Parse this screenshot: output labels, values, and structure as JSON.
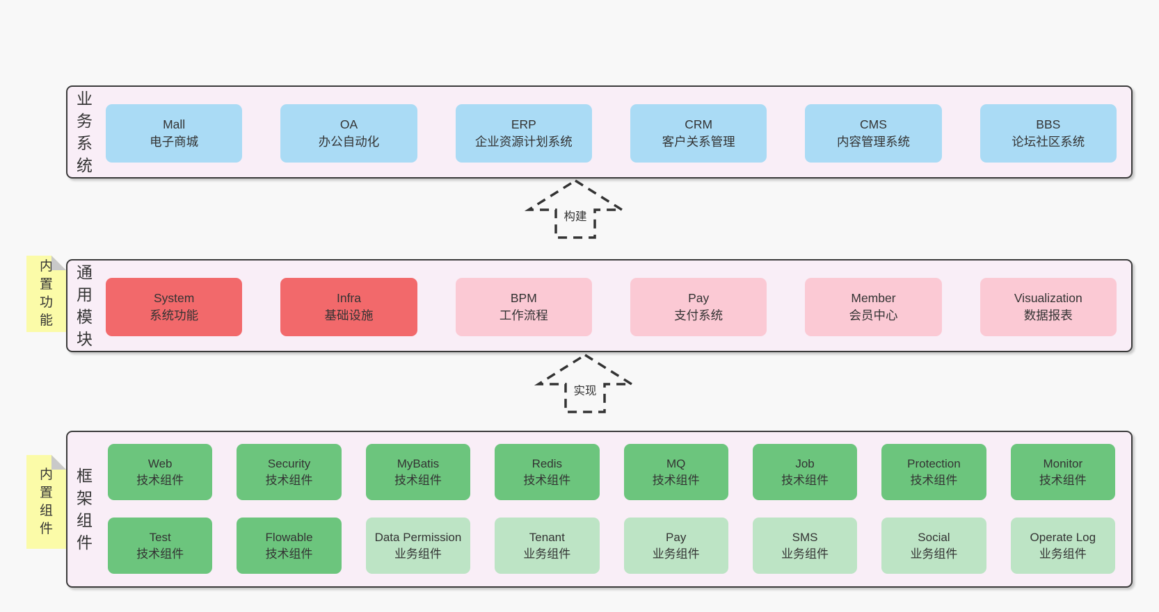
{
  "colors": {
    "page_bg": "#f8f8f8",
    "panel_bg": "#f9eef7",
    "panel_border": "#3a3a3a",
    "blue_box": "#aadbf5",
    "red_box": "#f2696b",
    "pink_box": "#fbc9d4",
    "green_box": "#6cc57d",
    "green_light_box": "#bde4c5",
    "sticky_yellow": "#fbfba8",
    "fold_gray": "#c9c9c9",
    "text": "#333333"
  },
  "arrows": [
    {
      "label": "构建"
    },
    {
      "label": "实现"
    }
  ],
  "sections": [
    {
      "label": "业务系统",
      "rows": [
        {
          "boxes": [
            {
              "en": "Mall",
              "zh": "电子商城",
              "variant": "blue"
            },
            {
              "en": "OA",
              "zh": "办公自动化",
              "variant": "blue"
            },
            {
              "en": "ERP",
              "zh": "企业资源计划系统",
              "variant": "blue"
            },
            {
              "en": "CRM",
              "zh": "客户关系管理",
              "variant": "blue"
            },
            {
              "en": "CMS",
              "zh": "内容管理系统",
              "variant": "blue"
            },
            {
              "en": "BBS",
              "zh": "论坛社区系统",
              "variant": "blue"
            }
          ]
        }
      ]
    },
    {
      "label": "通用模块",
      "sticky": "内置功能",
      "rows": [
        {
          "boxes": [
            {
              "en": "System",
              "zh": "系统功能",
              "variant": "red"
            },
            {
              "en": "Infra",
              "zh": "基础设施",
              "variant": "red"
            },
            {
              "en": "BPM",
              "zh": "工作流程",
              "variant": "pink"
            },
            {
              "en": "Pay",
              "zh": "支付系统",
              "variant": "pink"
            },
            {
              "en": "Member",
              "zh": "会员中心",
              "variant": "pink"
            },
            {
              "en": "Visualization",
              "zh": "数据报表",
              "variant": "pink"
            }
          ]
        }
      ]
    },
    {
      "label": "框架组件",
      "sticky": "内置组件",
      "rows": [
        {
          "boxes": [
            {
              "en": "Web",
              "zh": "技术组件",
              "variant": "green"
            },
            {
              "en": "Security",
              "zh": "技术组件",
              "variant": "green"
            },
            {
              "en": "MyBatis",
              "zh": "技术组件",
              "variant": "green"
            },
            {
              "en": "Redis",
              "zh": "技术组件",
              "variant": "green"
            },
            {
              "en": "MQ",
              "zh": "技术组件",
              "variant": "green"
            },
            {
              "en": "Job",
              "zh": "技术组件",
              "variant": "green"
            },
            {
              "en": "Protection",
              "zh": "技术组件",
              "variant": "green"
            },
            {
              "en": "Monitor",
              "zh": "技术组件",
              "variant": "green"
            }
          ]
        },
        {
          "boxes": [
            {
              "en": "Test",
              "zh": "技术组件",
              "variant": "green"
            },
            {
              "en": "Flowable",
              "zh": "技术组件",
              "variant": "green"
            },
            {
              "en": "Data Permission",
              "zh": "业务组件",
              "variant": "green-light"
            },
            {
              "en": "Tenant",
              "zh": "业务组件",
              "variant": "green-light"
            },
            {
              "en": "Pay",
              "zh": "业务组件",
              "variant": "green-light"
            },
            {
              "en": "SMS",
              "zh": "业务组件",
              "variant": "green-light"
            },
            {
              "en": "Social",
              "zh": "业务组件",
              "variant": "green-light"
            },
            {
              "en": "Operate Log",
              "zh": "业务组件",
              "variant": "green-light"
            }
          ]
        }
      ]
    }
  ]
}
